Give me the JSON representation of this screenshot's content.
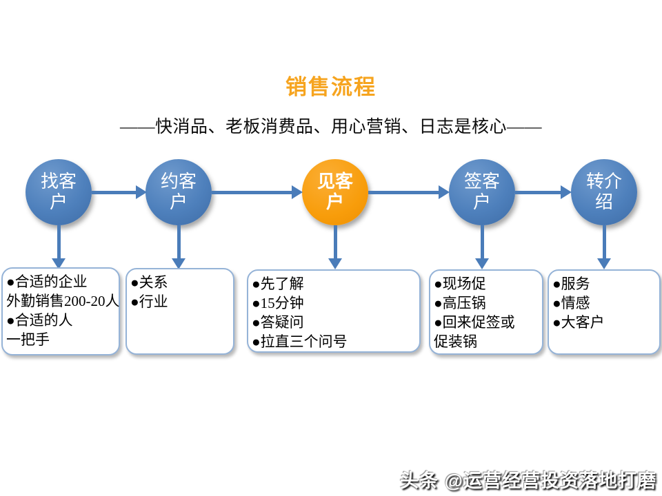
{
  "title": "销售流程",
  "subtitle": "——快消品、老板消费品、用心营销、日志是核心——",
  "colors": {
    "title_orange": "#F6A41F",
    "circle_blue": "#4E80BC",
    "circle_orange": "#F89D0B",
    "arrow_blue": "#4A7CB9",
    "box_border_blue": "#95B3D7",
    "text_black": "#000000",
    "circle_text_white": "#FFFFFF"
  },
  "steps": [
    {
      "label_line1": "找客",
      "label_line2": "户",
      "details": [
        "●合适的企业",
        "外勤销售200-20人",
        "●合适的人",
        "一把手"
      ]
    },
    {
      "label_line1": "约客",
      "label_line2": "户",
      "details": [
        "●关系",
        "●行业"
      ]
    },
    {
      "label_line1": "见客",
      "label_line2": "户",
      "details": [
        "●先了解",
        "●15分钟",
        "●答疑问",
        "●拉直三个问号"
      ]
    },
    {
      "label_line1": "签客",
      "label_line2": "户",
      "details": [
        "●现场促",
        "●高压锅",
        "●回来促签或",
        "促装锅"
      ]
    },
    {
      "label_line1": "转介",
      "label_line2": "绍",
      "details": [
        "●服务",
        "●情感",
        "●大客户"
      ]
    }
  ],
  "watermark": "头条 @运营经营投资落地打磨"
}
